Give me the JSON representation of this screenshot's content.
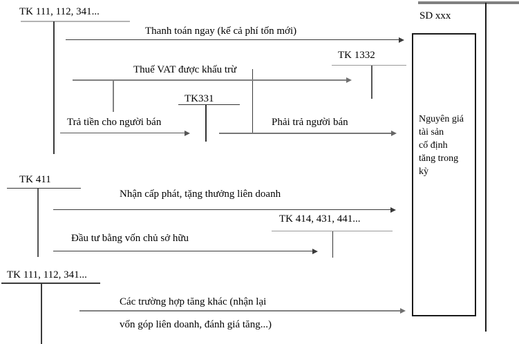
{
  "accounts": {
    "tk111_top": "TK 111, 112, 341...",
    "tk1332": "TK 1332",
    "tk331": "TK331",
    "tk411": "TK 411",
    "tk414": "TK 414, 431, 441...",
    "tk111_bottom": "TK 111, 112, 341...",
    "sd_balance": "SD xxx"
  },
  "flows": {
    "immediate_payment": "Thanh toán ngay (kế cả phí tốn mới)",
    "vat_deductible": "Thuế VAT được khấu trừ",
    "pay_supplier": "Trả tiền cho người bán",
    "payable_supplier": "Phải trả người bán",
    "grant_reward_jv": "Nhận cấp phát, tặng thưởng liên doanh",
    "equity_investment": "Đầu tư bằng vốn chủ sở hữu",
    "other_increase_line1": "Các trường hợp tăng khác (nhận lại",
    "other_increase_line2": "vốn góp liên doanh, đánh giá tăng...)"
  },
  "summary_box": {
    "lines": [
      "Nguyên giá",
      "tài sản",
      "cố định",
      "tăng trong",
      "kỳ"
    ]
  },
  "colors": {
    "background": "#ffffff",
    "ink": "#000000",
    "line_gray": "#808080"
  }
}
